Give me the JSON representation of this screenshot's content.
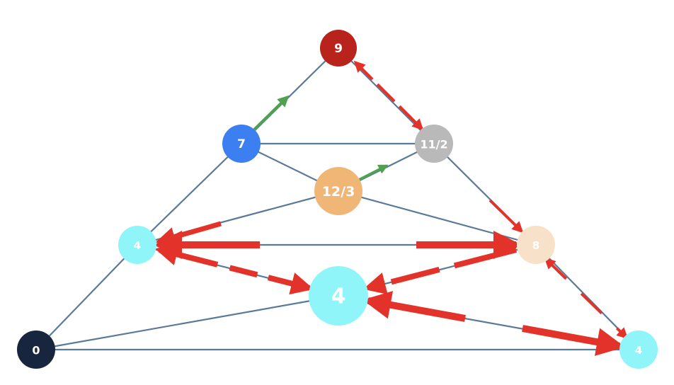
{
  "nodes": [
    {
      "id": "top",
      "label": "9",
      "color": "#b8231b"
    },
    {
      "id": "upper-left",
      "label": "7",
      "color": "#3b7ff0"
    },
    {
      "id": "upper-right",
      "label": "11/2",
      "color": "#b9b9b9"
    },
    {
      "id": "center",
      "label": "12/3",
      "color": "#f0b676"
    },
    {
      "id": "mid-left",
      "label": "4",
      "color": "#8ff5f8"
    },
    {
      "id": "mid-right",
      "label": "8",
      "color": "#f7e1c8"
    },
    {
      "id": "lower-center",
      "label": "4",
      "color": "#8ff5f8"
    },
    {
      "id": "bottom-left",
      "label": "0",
      "color": "#17253f"
    },
    {
      "id": "bottom-right",
      "label": "4",
      "color": "#8ff5f8"
    }
  ],
  "edges": [
    [
      "top",
      "upper-left"
    ],
    [
      "top",
      "upper-right"
    ],
    [
      "upper-left",
      "upper-right"
    ],
    [
      "upper-left",
      "center"
    ],
    [
      "upper-left",
      "mid-left"
    ],
    [
      "upper-right",
      "center"
    ],
    [
      "upper-right",
      "mid-right"
    ],
    [
      "center",
      "mid-left"
    ],
    [
      "center",
      "mid-right"
    ],
    [
      "mid-left",
      "mid-right"
    ],
    [
      "mid-left",
      "bottom-left"
    ],
    [
      "mid-left",
      "lower-center"
    ],
    [
      "mid-right",
      "lower-center"
    ],
    [
      "mid-right",
      "bottom-right"
    ],
    [
      "lower-center",
      "bottom-left"
    ],
    [
      "lower-center",
      "bottom-right"
    ],
    [
      "bottom-left",
      "bottom-right"
    ]
  ],
  "colors": {
    "edge": "#5a7a9a",
    "flow_red": "#e3322a",
    "flow_green": "#4ea24e"
  }
}
